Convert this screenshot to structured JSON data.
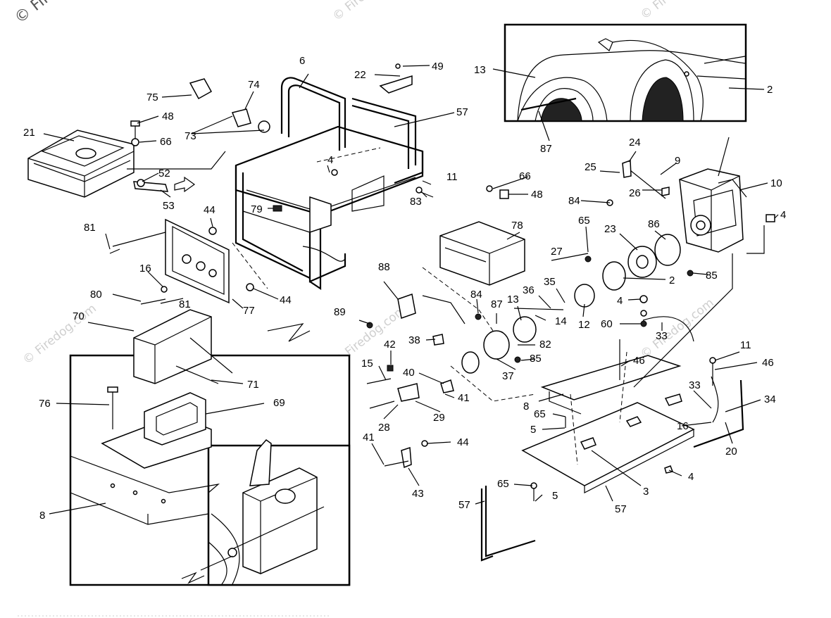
{
  "watermark": {
    "top_left": "© Fire",
    "repeat": "© Firedog.com",
    "top_mid": "© Fire"
  },
  "part_labels": {
    "p2a": "2",
    "p2b": "2",
    "p3": "3",
    "p4a": "4",
    "p4b": "4",
    "p4c": "4",
    "p4d": "4",
    "p5a": "5",
    "p5b": "5",
    "p6": "6",
    "p8a": "8",
    "p8b": "8",
    "p9": "9",
    "p10": "10",
    "p11a": "11",
    "p11b": "11",
    "p12": "12",
    "p13a": "13",
    "p13b": "13",
    "p14": "14",
    "p15": "15",
    "p16a": "16",
    "p16b": "16",
    "p20": "20",
    "p21": "21",
    "p22": "22",
    "p23": "23",
    "p24": "24",
    "p25": "25",
    "p26": "26",
    "p27": "27",
    "p28": "28",
    "p29": "29",
    "p33a": "33",
    "p33b": "33",
    "p34": "34",
    "p35": "35",
    "p36": "36",
    "p37": "37",
    "p38": "38",
    "p40": "40",
    "p41a": "41",
    "p41b": "41",
    "p42": "42",
    "p43": "43",
    "p44a": "44",
    "p44b": "44",
    "p44c": "44",
    "p46a": "46",
    "p46b": "46",
    "p48a": "48",
    "p48b": "48",
    "p49": "49",
    "p52": "52",
    "p53": "53",
    "p57a": "57",
    "p57b": "57",
    "p57c": "57",
    "p60": "60",
    "p65a": "65",
    "p65b": "65",
    "p65c": "65",
    "p66a": "66",
    "p66b": "66",
    "p69": "69",
    "p70": "70",
    "p71": "71",
    "p73": "73",
    "p74": "74",
    "p75": "75",
    "p76": "76",
    "p77": "77",
    "p78": "78",
    "p79": "79",
    "p80": "80",
    "p81a": "81",
    "p81b": "81",
    "p82": "82",
    "p83": "83",
    "p84a": "84",
    "p84b": "84",
    "p85a": "85",
    "p85b": "85",
    "p86": "86",
    "p87a": "87",
    "p87b": "87",
    "p88": "88",
    "p89": "89"
  }
}
